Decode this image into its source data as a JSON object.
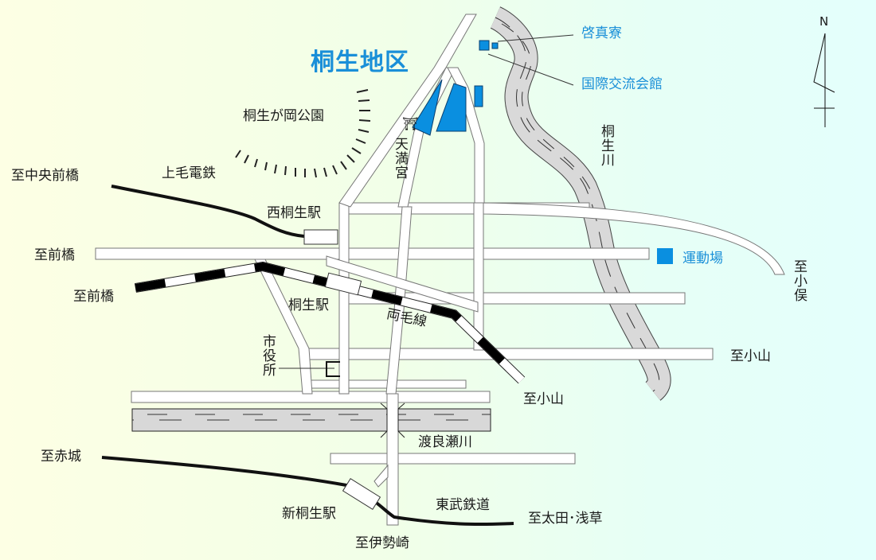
{
  "map": {
    "title": "桐生地区",
    "colors": {
      "facility": "#0a8fe0",
      "label_blue": "#1a8fd8",
      "river": "#d8d8d8",
      "road": "#ffffff",
      "rail": "#111111"
    },
    "compass": {
      "label": "N"
    },
    "landmarks": {
      "keishinryo": "啓真寮",
      "kokusai": "国際交流会館",
      "undojo": "運動場",
      "park": "桐生が岡公園",
      "tenmangu": "天満宮",
      "shiyakusho": "市役所"
    },
    "rivers": {
      "kiryu_river": "桐生川",
      "watarase_river": "渡良瀬川"
    },
    "railways": {
      "jomo": "上毛電鉄",
      "ryomo": "両毛線",
      "tobu": "東武鉄道"
    },
    "stations": {
      "nishikiryu": "西桐生駅",
      "kiryu": "桐生駅",
      "shinkiryu": "新桐生駅"
    },
    "directions": {
      "chuo_maebashi": "至中央前橋",
      "maebashi_road": "至前橋",
      "maebashi_rail": "至前橋",
      "akagi": "至赤城",
      "isesaki": "至伊勢崎",
      "ota_asakusa": "至太田･浅草",
      "oyama_rail": "至小山",
      "oyama_road": "至小山",
      "omata": "至小俣"
    }
  }
}
